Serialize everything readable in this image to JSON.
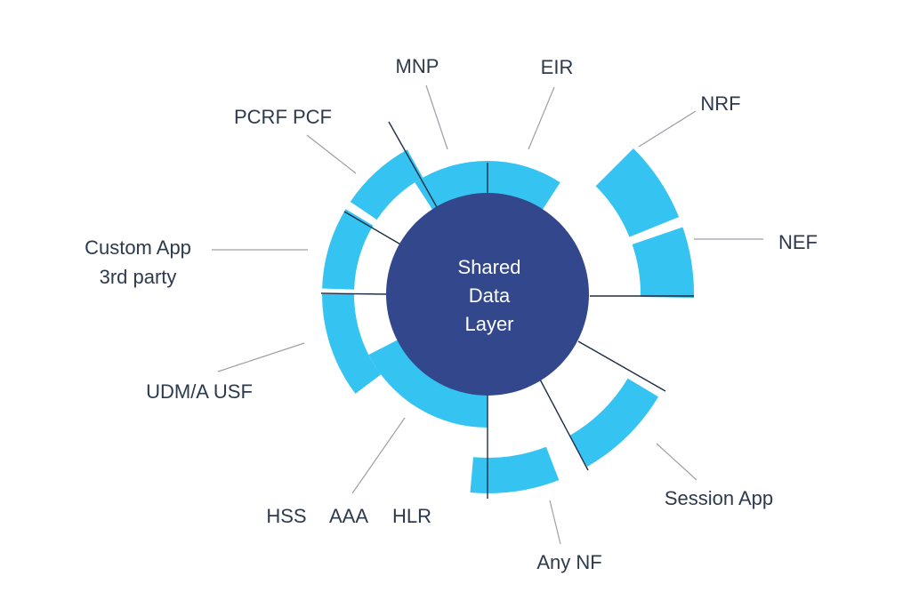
{
  "colors": {
    "segment": "#35c3f1",
    "core": "#32478c",
    "label_text": "#2d3a4d",
    "center_text": "#ffffff",
    "leader": "#9aa0a6",
    "divider": "#1f2d44"
  },
  "core": {
    "lines": [
      "Shared",
      "Data",
      "Layer"
    ]
  },
  "labels": {
    "mnp": "MNP",
    "eir": "EIR",
    "nrf": "NRF",
    "nef": "NEF",
    "pcrf_pcf": "PCRF PCF",
    "custom_app_line1": "Custom App",
    "custom_app_line2": "3rd party",
    "udm_usf": "UDM/A USF",
    "hss": "HSS",
    "aaa": "AAA",
    "hlr": "HLR",
    "session_app": "Session App",
    "any_nf": "Any NF"
  }
}
